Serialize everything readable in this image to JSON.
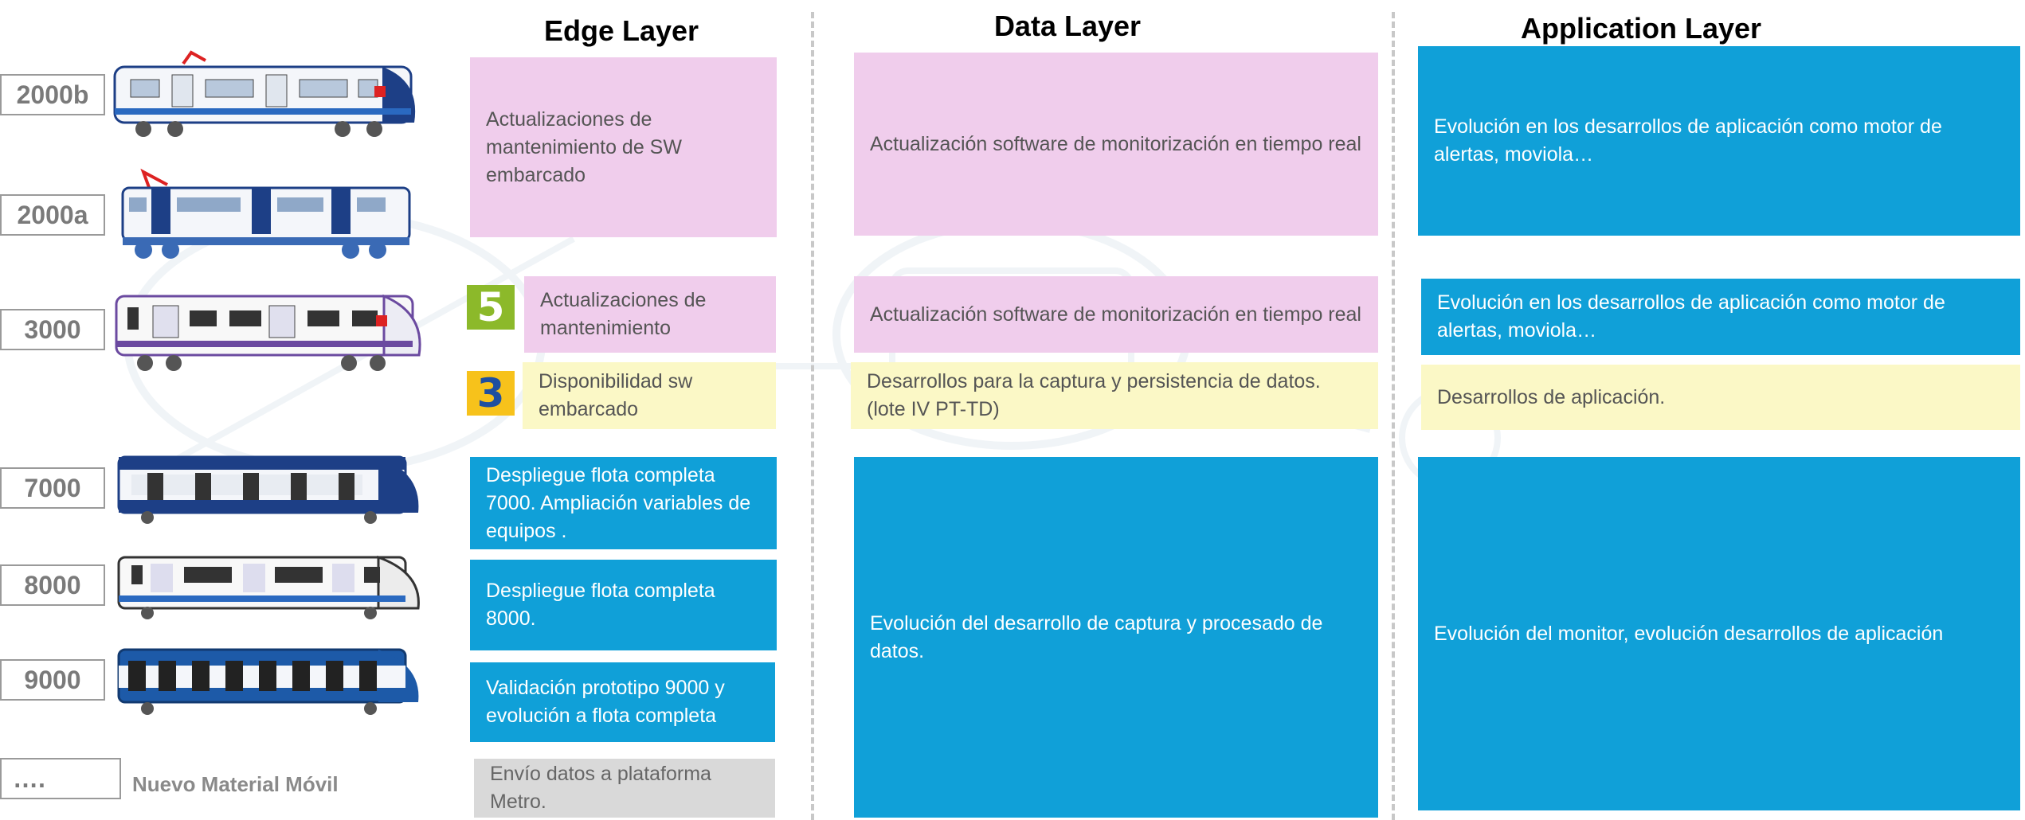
{
  "layers": {
    "edge_title": "Edge Layer",
    "data_title": "Data Layer",
    "application_title": "Application Layer"
  },
  "series": [
    {
      "label": "2000b"
    },
    {
      "label": "2000a"
    },
    {
      "label": "3000"
    },
    {
      "label": "7000"
    },
    {
      "label": "8000"
    },
    {
      "label": "9000"
    },
    {
      "label": "…."
    }
  ],
  "nuevo_material": "Nuevo Material Móvil",
  "badges": {
    "five": "5",
    "three": "3"
  },
  "edge": {
    "box_2000": "Actualizaciones de mantenimiento de SW embarcado",
    "box_3000_maint": "Actualizaciones de mantenimiento",
    "box_3000_sw": "Disponibilidad sw embarcado",
    "box_7000": "Despliegue flota completa 7000. Ampliación variables de equipos .",
    "box_8000": "Despliegue flota completa 8000.",
    "box_9000": "Validación prototipo 9000 y evolución a flota completa",
    "box_nuevo": "Envío datos a plataforma Metro."
  },
  "data": {
    "box_2000": "Actualización software de monitorización en tiempo real",
    "box_3000_maint": "Actualización software de monitorización en tiempo real",
    "box_3000_sw": "Desarrollos para la captura y persistencia de datos. (lote IV PT-TD)",
    "box_large": "Evolución del desarrollo de captura y procesado de datos."
  },
  "application": {
    "box_2000": "Evolución en los desarrollos de aplicación como motor de alertas, moviola…",
    "box_3000_maint": "Evolución en los desarrollos de aplicación como motor de alertas, moviola…",
    "box_3000_sw": "Desarrollos de aplicación.",
    "box_large": "Evolución del monitor, evolución desarrollos de aplicación"
  },
  "colors": {
    "pink": "#f0cdec",
    "blue": "#10a0d8",
    "yellow": "#fbf8c6",
    "grey": "#d9d9d9",
    "badge_green": "#8cb92a",
    "badge_gold": "#f7c21b"
  },
  "icons": [
    "train-2000b-icon",
    "train-2000a-icon",
    "train-3000-icon",
    "train-7000-icon",
    "train-8000-icon",
    "train-9000-icon"
  ]
}
